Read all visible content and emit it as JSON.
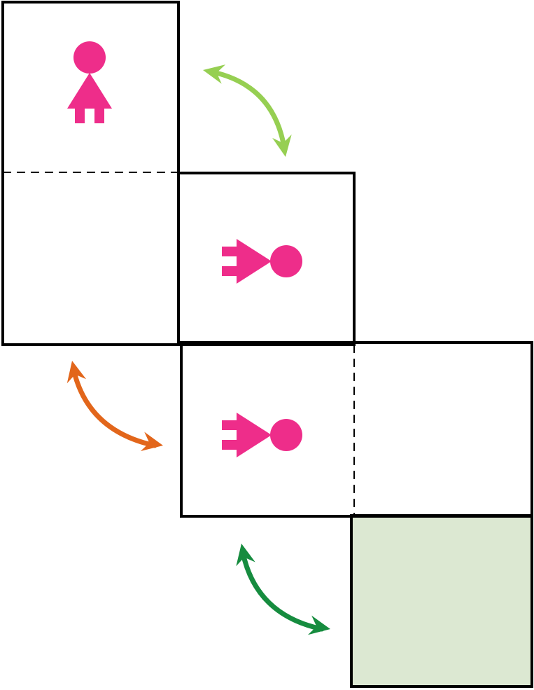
{
  "colors": {
    "background": "#ffffff",
    "outline": "#000000",
    "figure": "#ee2d8a",
    "target_fill": "#dce8d2",
    "arrow_light_green": "#96cf52",
    "arrow_orange": "#e2661b",
    "arrow_dark_green": "#168c3f"
  },
  "figures": [
    {
      "name": "figure-upright",
      "orientation": "upright",
      "color": "figure"
    },
    {
      "name": "figure-rotated-1",
      "orientation": "rotated-right",
      "color": "figure"
    },
    {
      "name": "figure-rotated-2",
      "orientation": "rotated-right",
      "color": "figure"
    }
  ],
  "swap_arrows": [
    {
      "name": "swap-arrow-light-green",
      "color": "arrow_light_green"
    },
    {
      "name": "swap-arrow-orange",
      "color": "arrow_orange"
    },
    {
      "name": "swap-arrow-dark-green",
      "color": "arrow_dark_green"
    }
  ],
  "highlighted_cell": {
    "name": "target-cell",
    "color": "target_fill"
  }
}
